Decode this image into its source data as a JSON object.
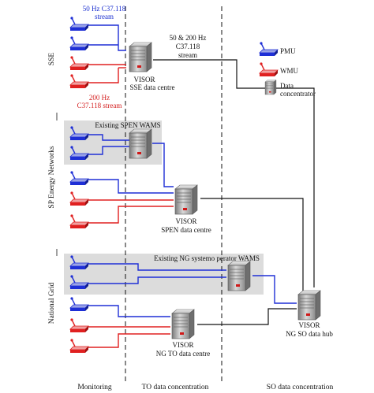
{
  "legend": {
    "pmu": "PMU",
    "wmu": "WMU",
    "concentrator_line1": "Data",
    "concentrator_line2": "concentrator"
  },
  "zones": {
    "sse": "SSE",
    "sp": "SP Energy Networks",
    "ng": "National Grid"
  },
  "columns": {
    "monitoring": "Monitoring",
    "to": "TO data concentration",
    "so": "SO data concentration"
  },
  "streams": {
    "blue_line1": "50 Hz C37.118",
    "blue_line2": "stream",
    "red_line1": "200 Hz",
    "red_line2": "C37.118 stream",
    "combined_line1": "50 & 200 Hz",
    "combined_line2": "C37.118",
    "combined_line3": "stream"
  },
  "groups": {
    "spen_wams": "Existing SPEN WAMS",
    "ng_wams": "Existing NG systemo perator WAMS"
  },
  "servers": {
    "sse_line1": "VISOR",
    "sse_line2": "SSE data centre",
    "spen_line1": "VISOR",
    "spen_line2": "SPEN data centre",
    "ngto_line1": "VISOR",
    "ngto_line2": "NG TO data centre",
    "ngso_line1": "VISOR",
    "ngso_line2": "NG SO data hub"
  },
  "colors": {
    "pmu": "#1e2fd6",
    "wmu": "#e02020",
    "link": "#111111",
    "group_fill": "#dcdcdc",
    "server": "#9a9a9a"
  },
  "icons": {
    "pmu": "pmu-device-icon",
    "wmu": "wmu-device-icon",
    "concentrator": "server-icon"
  }
}
